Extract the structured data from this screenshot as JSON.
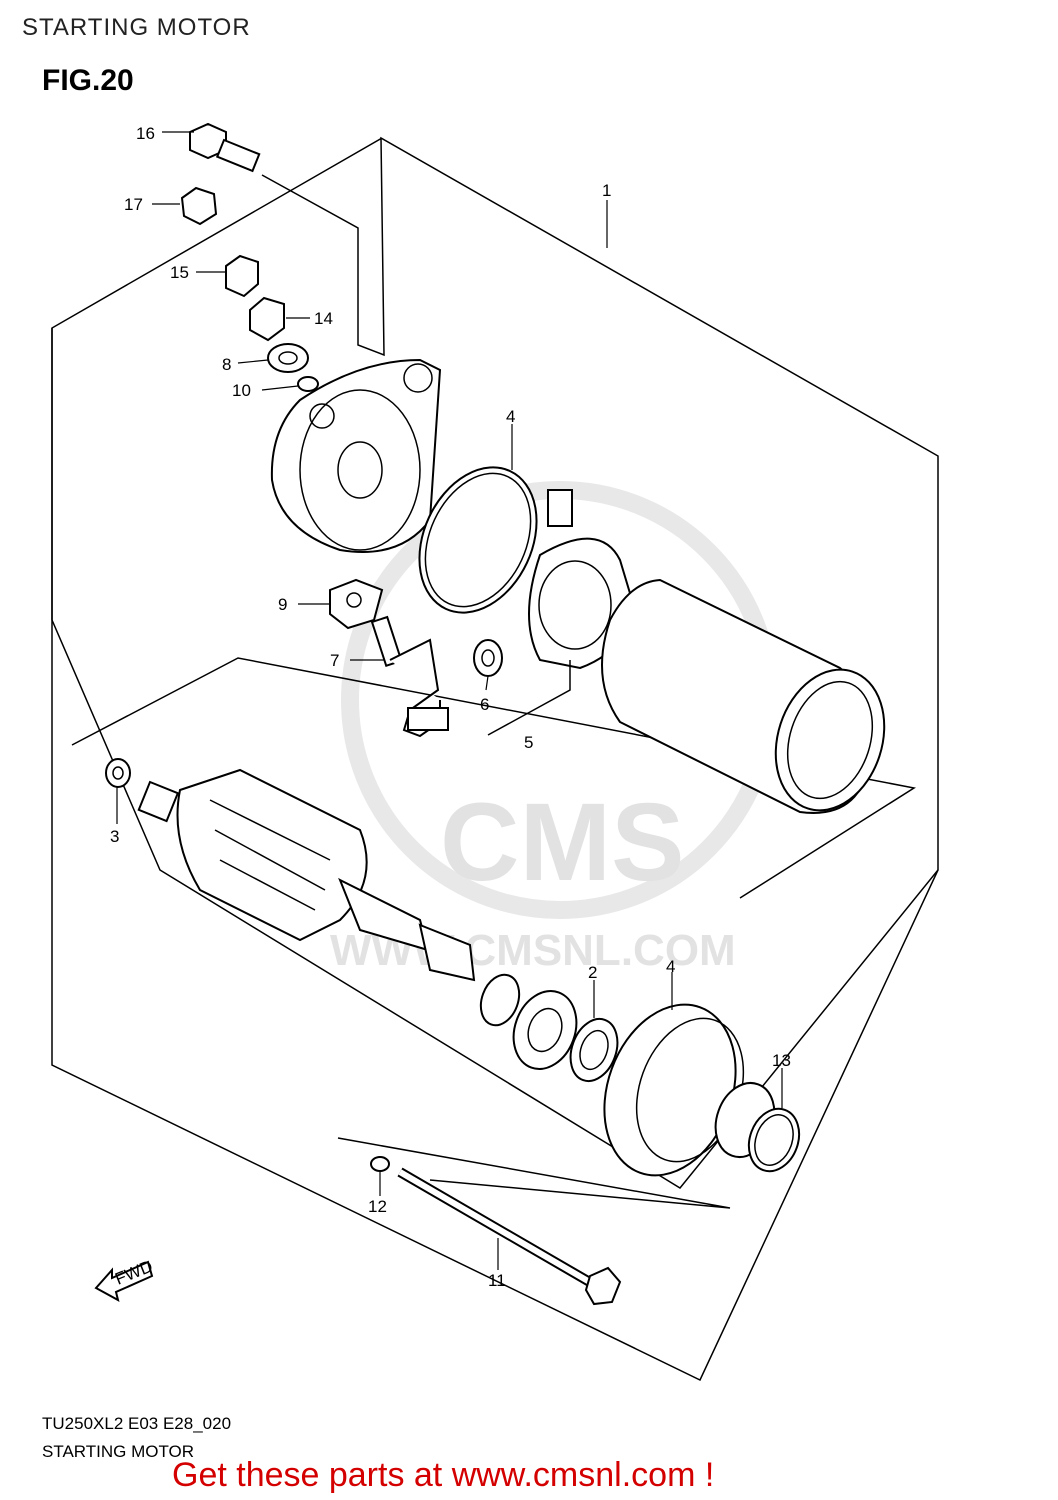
{
  "page": {
    "header": "STARTING MOTOR",
    "figure": "FIG.20",
    "footer_code": "TU250XL2 E03 E28_020",
    "footer_title": "STARTING MOTOR",
    "promo": "Get these parts at www.cmsnl.com !"
  },
  "watermark": {
    "brand": "CMS",
    "url": "WWW.CMSNL.COM"
  },
  "fwd_label": "FWD",
  "callouts": [
    "1",
    "2",
    "3",
    "4",
    "4",
    "5",
    "6",
    "7",
    "8",
    "9",
    "10",
    "11",
    "12",
    "13",
    "14",
    "15",
    "16",
    "17"
  ],
  "colors": {
    "promo": "#d40000",
    "line": "#000000",
    "watermark": "#e2e2e2"
  }
}
